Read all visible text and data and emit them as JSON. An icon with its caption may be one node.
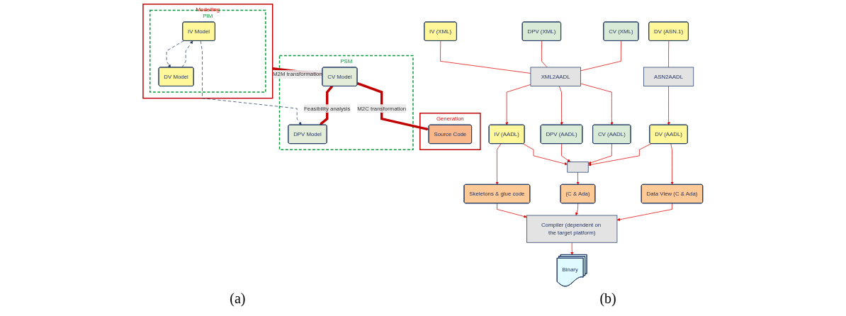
{
  "diagram": {
    "nodes": [
      {
        "text": [
          "Modelling"
        ]
      },
      {
        "text": [
          "PIM"
        ],
        "in": 0
      },
      {
        "text": [
          "DV Model"
        ],
        "in": 1
      },
      {
        "text": [
          "IV Model"
        ],
        "in": 1
      },
      {
        "text": [
          "PSM"
        ]
      },
      {
        "text": [
          "DPV Model"
        ],
        "in": 4
      },
      {
        "text": [
          "Generation"
        ]
      },
      {
        "text": [
          "Source Code"
        ],
        "in": 6
      },
      {
        "text": [
          "CV Model"
        ],
        "in": 4
      },
      {
        "text": [
          "IV (XML)"
        ]
      },
      {
        "text": [
          "DPV (XML)"
        ]
      },
      {
        "text": [
          "CV (XML)"
        ]
      },
      {
        "text": [
          "DV (ASN.1)"
        ]
      },
      {
        "text": [
          "XML2AADL"
        ]
      },
      {
        "text": [
          "ASN2AADL"
        ]
      },
      {
        "text": [
          "IV (AADL)"
        ]
      },
      {
        "text": [
          "DPV (AADL)"
        ]
      },
      {
        "text": [
          "CV (AADL)"
        ]
      },
      {
        "text": [
          "DV (AADL)"
        ]
      },
      {
        "text": [],
        "shape": "bar"
      },
      {
        "text": [
          "Skeletons & glue code"
        ]
      },
      {
        "text": [
          "(C & Ada)"
        ]
      },
      {
        "text": [
          "Data View (C & Ada)"
        ]
      },
      {
        "text": [
          "Compiler (dependent on the target platform)"
        ]
      },
      {
        "text": [
          "Binary"
        ]
      }
    ],
    "edges": [
      {
        "from": 2,
        "to": 3,
        "arrow": "to",
        "style": "dashed",
        "color": "#1f3864"
      },
      {
        "from": 3,
        "to": 2,
        "arrow": "to",
        "style": "dashed",
        "color": "#1f3864"
      },
      {
        "from": 3,
        "to": 5,
        "arrow": "to",
        "style": "dashed",
        "color": "#1f3864"
      },
      {
        "from": 0,
        "to": 8,
        "arrow": "to",
        "label": "M2M transformation",
        "style": "thick",
        "color": "#c00000"
      },
      {
        "from": 8,
        "to": 5,
        "arrow": "to",
        "label": "Feasibility analysis",
        "style": "thick",
        "color": "#c00000"
      },
      {
        "from": 8,
        "to": 7,
        "arrow": "to",
        "label": "M2C transformation",
        "style": "thick",
        "color": "#c00000"
      },
      {
        "from": 9,
        "to": 13,
        "arrow": "none"
      },
      {
        "from": 10,
        "to": 13,
        "arrow": "none"
      },
      {
        "from": 11,
        "to": 13,
        "arrow": "none"
      },
      {
        "from": 12,
        "to": 14,
        "arrow": "none"
      },
      {
        "from": 13,
        "to": 15,
        "arrow": "to"
      },
      {
        "from": 13,
        "to": 16,
        "arrow": "to"
      },
      {
        "from": 13,
        "to": 17,
        "arrow": "to"
      },
      {
        "from": 14,
        "to": 18,
        "arrow": "to"
      },
      {
        "from": 15,
        "to": 19,
        "arrow": "to"
      },
      {
        "from": 16,
        "to": 19,
        "arrow": "to"
      },
      {
        "from": 17,
        "to": 19,
        "arrow": "to"
      },
      {
        "from": 18,
        "to": 19,
        "arrow": "to"
      },
      {
        "from": 15,
        "to": 20,
        "arrow": "to"
      },
      {
        "from": 19,
        "to": 21,
        "arrow": "to"
      },
      {
        "from": 18,
        "to": 22,
        "arrow": "to"
      },
      {
        "from": 20,
        "to": 23,
        "arrow": "to"
      },
      {
        "from": 21,
        "to": 23,
        "arrow": "to"
      },
      {
        "from": 22,
        "to": 23,
        "arrow": "to"
      },
      {
        "from": 23,
        "to": 24,
        "arrow": "to"
      }
    ],
    "labels": [
      "(a)",
      "(b)"
    ]
  }
}
